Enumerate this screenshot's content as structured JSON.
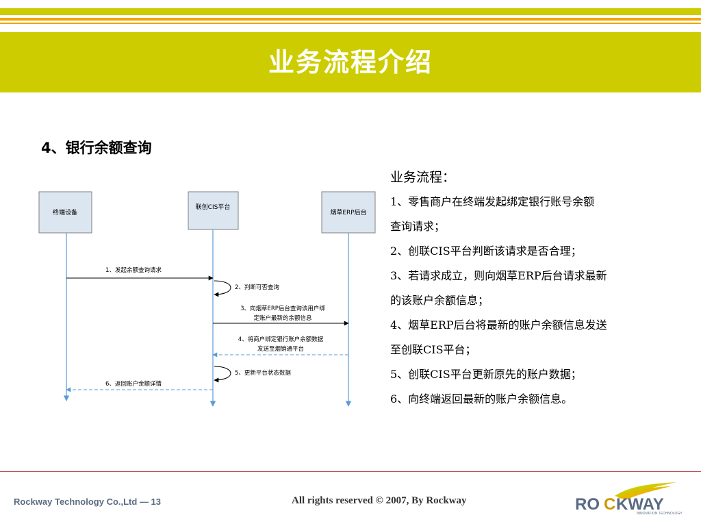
{
  "header": {
    "title": "业务流程介绍"
  },
  "section": {
    "title": "4、银行余额查询"
  },
  "diagram": {
    "actors": [
      "终端设备",
      "联创CIS平台",
      "烟草ERP后台"
    ],
    "messages": [
      {
        "label": "1、发起余额查询请求"
      },
      {
        "label": "2、判断可否查询"
      },
      {
        "label_line1": "3、向烟草ERP后台查询该用户绑",
        "label_line2": "定账户最新的余额信息"
      },
      {
        "label_line1": "4、将商户绑定银行账户余额数据",
        "label_line2": "发送至烟销通平台"
      },
      {
        "label": "5、更新平台状态数据"
      },
      {
        "label": "6、返回账户余额详情"
      }
    ]
  },
  "description": {
    "title": "业务流程：",
    "lines": [
      "1、零售商户在终端发起绑定银行账号余额",
      "查询请求；",
      "2、创联CIS平台判断该请求是否合理；",
      "3、若请求成立，则向烟草ERP后台请求最新",
      "的该账户余额信息；",
      "4、烟草ERP后台将最新的账户余额信息发送",
      "至创联CIS平台；",
      "5、创联CIS平台更新原先的账户数据；",
      "6、向终端返回最新的账户余额信息。"
    ]
  },
  "footer": {
    "company": "Rockway Technology Co.,Ltd — 13",
    "rights": "All rights reserved © 2007,  By Rockway"
  },
  "logo": {
    "name": "ROCKWAY",
    "tagline": "INNOVATION TECHNOLOGY"
  },
  "colors": {
    "header": "#cccc00",
    "stripe_yellow": "#cccc00",
    "stripe_orange": "#f0a500",
    "accent": "#c0504d",
    "actor_box": "#dce6f1",
    "lifeline": "#5b9bd5"
  }
}
